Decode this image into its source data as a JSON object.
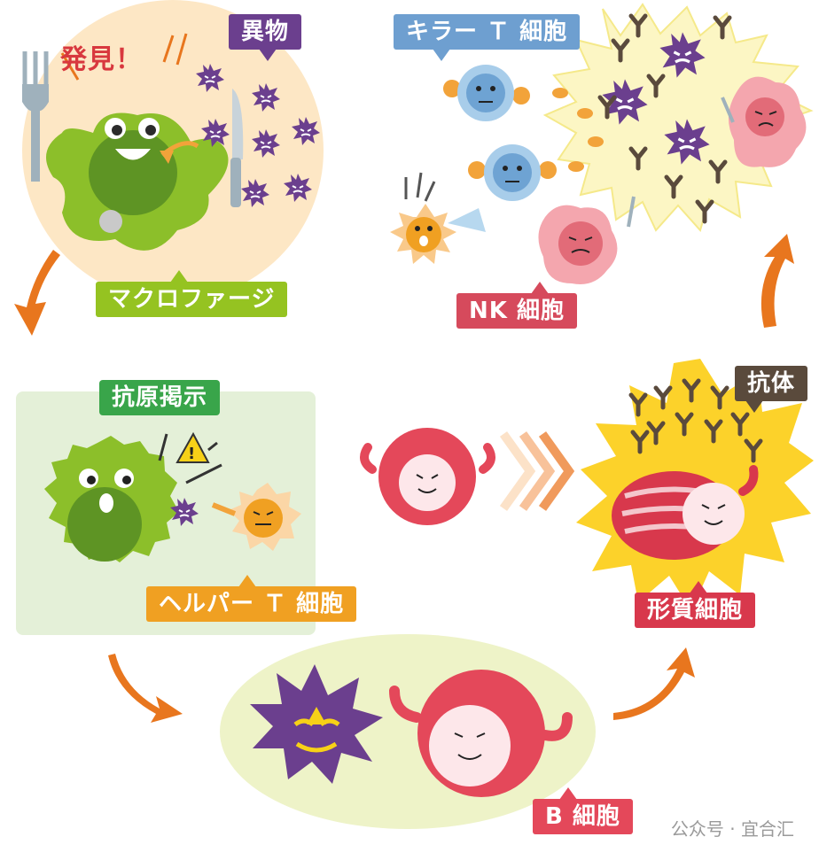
{
  "labels": {
    "discovery": "発見！",
    "foreign": "異物",
    "macrophage": "マクロファージ",
    "killer_t": "キラー Ｔ 細胞",
    "nk": "NK 細胞",
    "antigen_presentation": "抗原掲示",
    "helper_t": "ヘルパー Ｔ 細胞",
    "antibody": "抗体",
    "plasma": "形質細胞",
    "b_cell": "B 細胞"
  },
  "watermark": "公众号 · 宜合汇",
  "colors": {
    "foreign": "#6b3f8e",
    "killer_t": "#6e9fd0",
    "nk": "#d64a5c",
    "macrophage": "#95c321",
    "antigen": "#39a54a",
    "helper_t": "#f0a022",
    "antibody": "#5a4a3c",
    "plasma": "#d8384c",
    "b_cell": "#e4485a",
    "arrow": "#e8761e"
  }
}
